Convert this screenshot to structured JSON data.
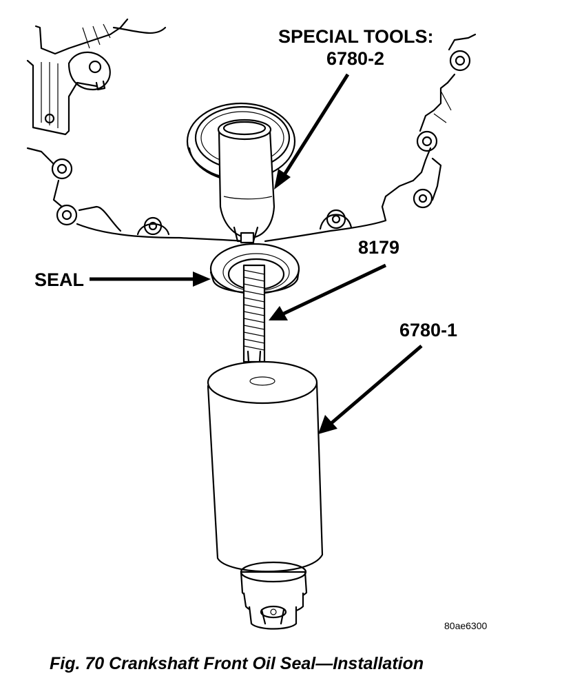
{
  "labels": {
    "special_tools": "SPECIAL TOOLS:",
    "tool_top": "6780-2",
    "seal": "SEAL",
    "screw": "8179",
    "tool_bottom": "6780-1",
    "image_code": "80ae6300"
  },
  "caption": "Fig. 70 Crankshaft Front Oil Seal—Installation"
}
